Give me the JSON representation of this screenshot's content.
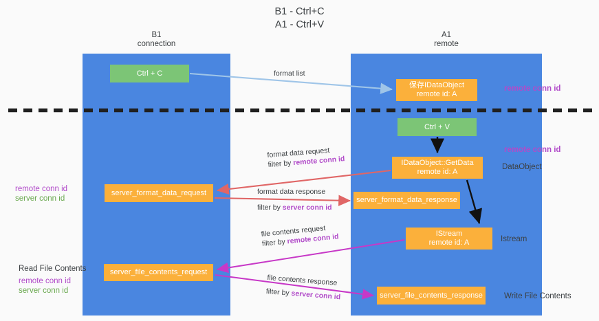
{
  "title": {
    "line1": "B1 - Ctrl+C",
    "line2": "A1 - Ctrl+V"
  },
  "columns": [
    {
      "name": "B1",
      "role": "connection"
    },
    {
      "name": "A1",
      "role": "remote"
    }
  ],
  "colors": {
    "lane": "#4a86e0",
    "green_node": "#7cc576",
    "orange_node": "#fbb03b",
    "remote_conn_id": "#b14bc9",
    "server_conn_id": "#6aa84f",
    "arrow_blue": "#9fc5e8",
    "arrow_red": "#e06666",
    "arrow_magenta": "#c738c7",
    "arrow_black": "#000000",
    "separator": "#202020"
  },
  "nodes": {
    "ctrl_c": {
      "label": "Ctrl + C"
    },
    "save_idataobject": {
      "line1": "保存IDataObject",
      "line2": "remote id: A"
    },
    "ctrl_v": {
      "label": "Ctrl + V"
    },
    "getdata": {
      "line1": "IDataObject::GetData",
      "line2": "remote id: A"
    },
    "server_format_data_request": {
      "label": "server_format_data_request"
    },
    "server_format_data_response": {
      "label": "server_format_data_response"
    },
    "istream": {
      "line1": "IStream",
      "line2": "remote id: A"
    },
    "server_file_contents_request": {
      "label": "server_file_contents_request"
    },
    "server_file_contents_response": {
      "label": "server_file_contents_response"
    }
  },
  "edges": {
    "format_list": {
      "text": "format list"
    },
    "format_data_request": {
      "line1": "format data request",
      "line2_prefix": "filter by ",
      "line2_id": "remote conn id"
    },
    "format_data_response": {
      "line1": "format data response",
      "line2_prefix": "filter by ",
      "line2_id": "server conn id"
    },
    "file_contents_request": {
      "line1": "file contents request",
      "line2_prefix": "filter by ",
      "line2_id": "remote conn id"
    },
    "file_contents_response": {
      "line1": "file contents response",
      "line2_prefix": "filter by ",
      "line2_id": "server conn id"
    }
  },
  "annotations": {
    "right_remote_conn_id_top": "remote conn id",
    "right_remote_conn_id_mid": "remote conn id",
    "right_dataobject": "DataObject",
    "right_istream": "Istream",
    "right_write_file_contents": "Write File Contents",
    "left_remote_conn_id": "remote conn id",
    "left_server_conn_id": "server conn id",
    "left_read_file_contents": "Read File Contents",
    "left_remote_conn_id_2": "remote conn id",
    "left_server_conn_id_2": "server conn id"
  }
}
